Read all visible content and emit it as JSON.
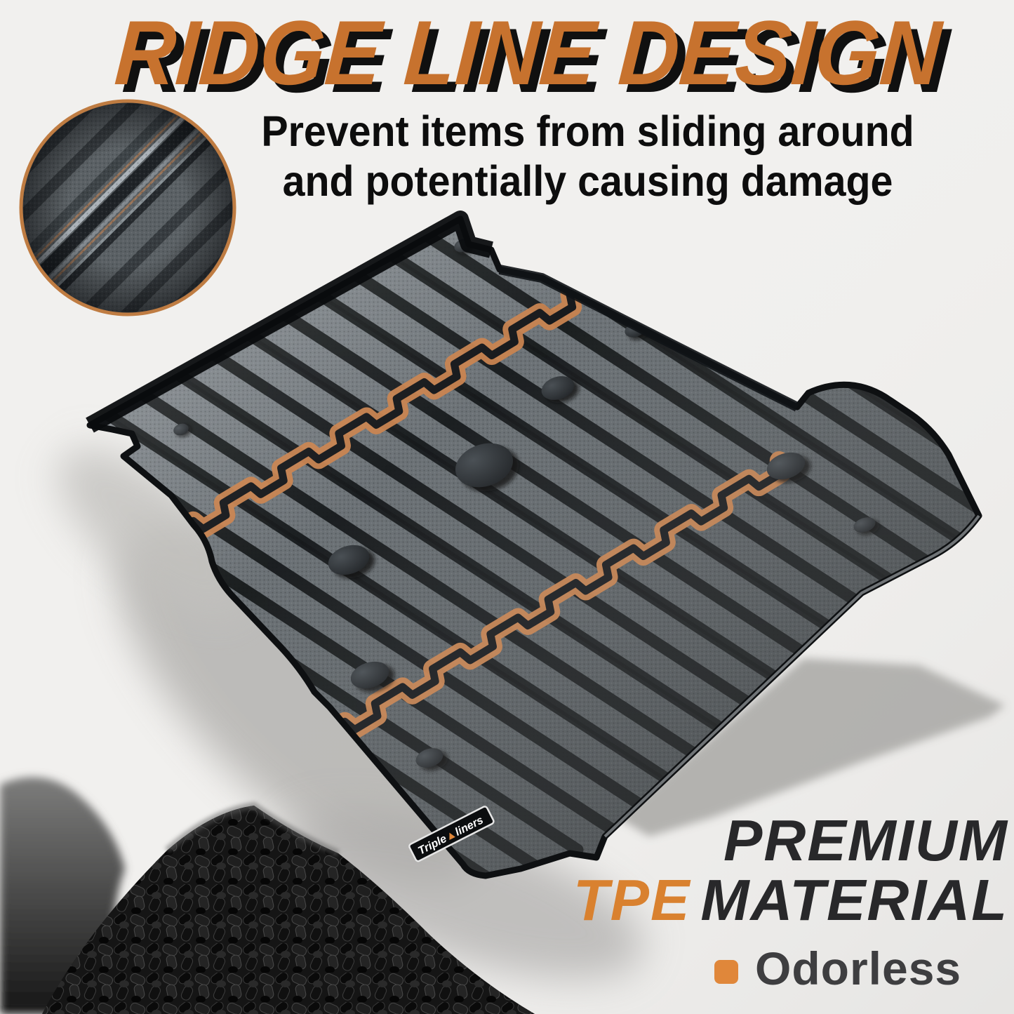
{
  "header": {
    "title": "RIDGE LINE DESIGN",
    "subtitle_line1": "Prevent items from sliding around",
    "subtitle_line2": "and potentially causing damage"
  },
  "product": {
    "type": "truck bed mat liner with ridge lines",
    "brand_label": {
      "part1": "Triple",
      "part2": "▲",
      "part3": "liners"
    }
  },
  "footer": {
    "premium": "PREMIUM",
    "tpe": "TPE",
    "material": "MATERIAL",
    "feature": "Odorless"
  },
  "colors": {
    "title_orange": "#c7722e",
    "title_shadow": "#101010",
    "subtitle_black": "#0d0d0d",
    "tpe_orange": "#d9812f",
    "premium_dark": "#28282a",
    "odorless_bullet_orange": "#e0873a",
    "odorless_text": "#3e3e40",
    "ridge_line_orange": "#c8834f",
    "mat_gray": "#61676b",
    "rib_dark": "#15181a",
    "background_light": "#f1f0ee",
    "inset_ring_orange": "#bf7c42"
  }
}
